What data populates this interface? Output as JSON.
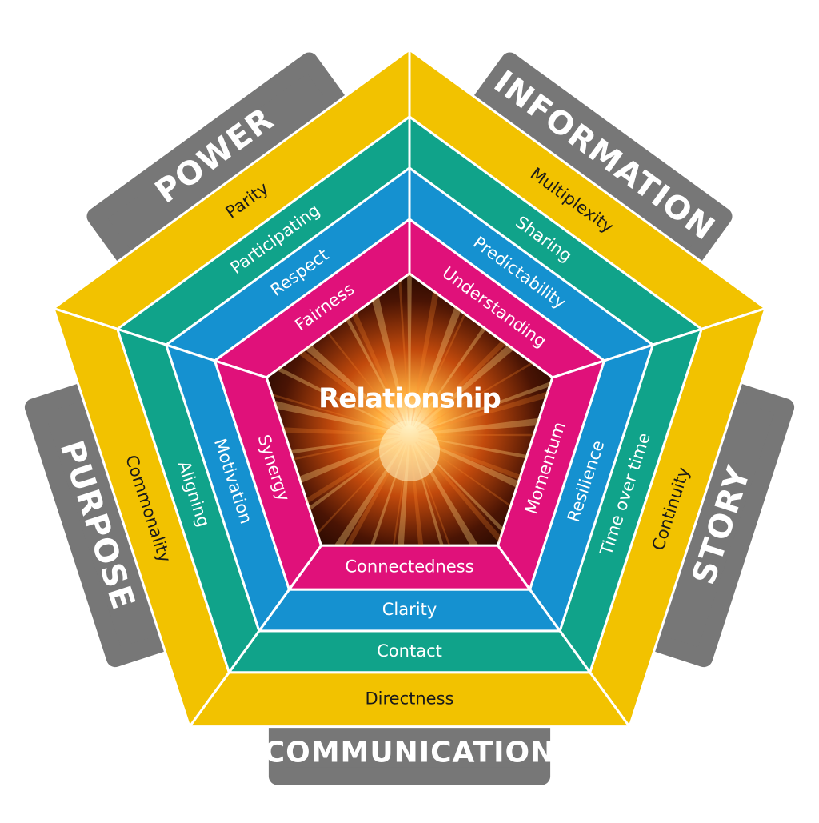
{
  "diagram": {
    "center_label": "Relationship",
    "dimensions": [
      {
        "key": "power",
        "title": "POWER",
        "levels": [
          "Parity",
          "Participating",
          "Respect",
          "Fairness"
        ]
      },
      {
        "key": "information",
        "title": "INFORMATION",
        "levels": [
          "Multiplexity",
          "Sharing",
          "Predictability",
          "Understanding"
        ]
      },
      {
        "key": "story",
        "title": "STORY",
        "levels": [
          "Continuity",
          "Time over time",
          "Resilience",
          "Momentum"
        ]
      },
      {
        "key": "communication",
        "title": "COMMUNICATION",
        "levels": [
          "Directness",
          "Contact",
          "Clarity",
          "Connectedness"
        ]
      },
      {
        "key": "purpose",
        "title": "PURPOSE",
        "levels": [
          "Commonality",
          "Aligning",
          "Motivation",
          "Synergy"
        ]
      }
    ]
  },
  "colors": {
    "tab_gray": "#777777",
    "ring_yellow": "#f2c200",
    "ring_green": "#10a38a",
    "ring_blue": "#1591d0",
    "ring_pink": "#e0117a",
    "outline_white": "#ffffff",
    "label_dark": "#1a1a1a",
    "label_light": "#ffffff"
  }
}
